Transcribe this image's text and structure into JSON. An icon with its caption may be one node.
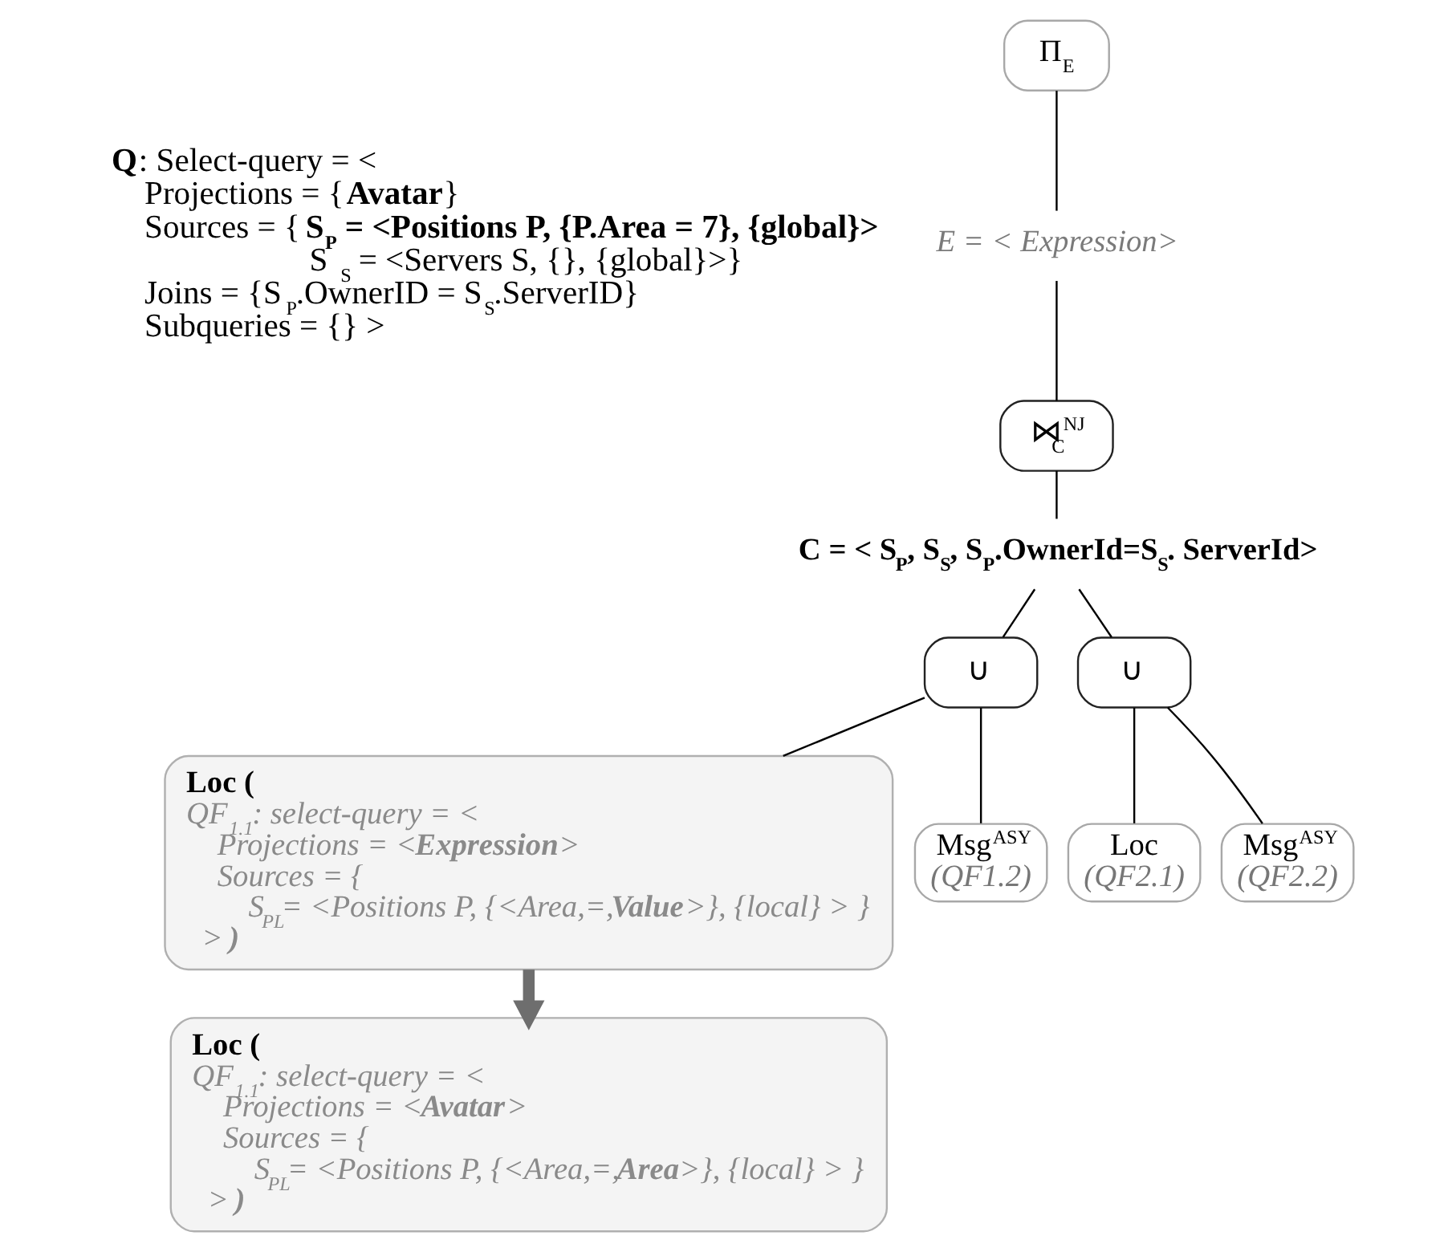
{
  "diagram": {
    "nodes": [
      {
        "text": [
          "Π$_{E}$"
        ]
      },
      {
        "text": [
          "E = < Expression>"
        ]
      },
      {
        "text": [
          "⋈$_{C}$$^{NJ}$"
        ]
      },
      {
        "text": [
          "C = < S$_{P}$, S$_{S}$, S$_{P}$.OwnerId=S$_{S}$. ServerId>"
        ]
      },
      {
        "text": [
          "∪"
        ]
      },
      {
        "text": [
          "∪"
        ]
      },
      {
        "text": [
          "Loc (",
          "QF$_{1.1}$: select-query = <",
          "Projections = <**Expression**>",
          "Sources = {",
          "S$_{PL}$= <Positions P, {<Area,=,**Value**>}, {local} > }",
          "> **)**"
        ]
      },
      {
        "text": [
          "Msg$^{ASY}$",
          "(QF1.2)"
        ]
      },
      {
        "text": [
          "Loc",
          "(QF2.1)"
        ]
      },
      {
        "text": [
          "Msg$^{ASY}$",
          "(QF2.2)"
        ]
      },
      {
        "text": [
          "Loc (",
          "QF$_{1.1}$: select-query = <",
          "Projections = <**Avatar**>",
          "Sources = {",
          "S$_{PL}$= <Positions P, {<Area,=,**Area**>}, {local} > }",
          "> **)**"
        ]
      }
    ],
    "edges": [
      {
        "from": 0,
        "to": 1,
        "arrow": "none"
      },
      {
        "from": 1,
        "to": 2,
        "arrow": "none"
      },
      {
        "from": 2,
        "to": 3,
        "arrow": "none"
      },
      {
        "from": 3,
        "to": 4,
        "arrow": "none"
      },
      {
        "from": 3,
        "to": 5,
        "arrow": "none"
      },
      {
        "from": 4,
        "to": 6,
        "arrow": "none"
      },
      {
        "from": 4,
        "to": 7,
        "arrow": "none"
      },
      {
        "from": 5,
        "to": 8,
        "arrow": "none"
      },
      {
        "from": 5,
        "to": 9,
        "arrow": "none"
      },
      {
        "from": 6,
        "to": 10,
        "arrow": "to",
        "style": "thick",
        "color": "#6e6e6e"
      }
    ],
    "labels": [
      "**Q**: Select-query = <",
      "Projections = {**Avatar**}",
      "Sources = {**S$_{P}$ = <Positions P, {P.Area = 7}, {global}>**",
      "S$_{S}$ = <Servers S, {}, {global}>}",
      "Joins = {S$_{P}$.OwnerID = S$_{S}$.ServerID}",
      "Subqueries = {} >"
    ]
  }
}
